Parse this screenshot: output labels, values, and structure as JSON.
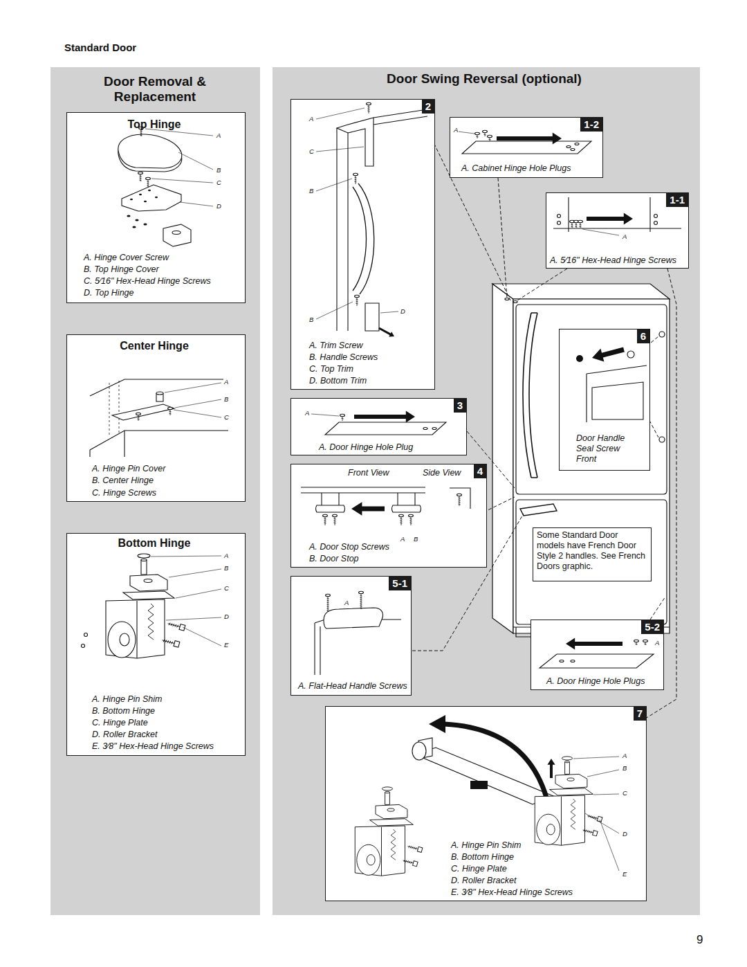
{
  "diagram": {
    "title": "Standard Door",
    "nodes": [
      {
        "text": [
          "Door Removal & Replacement"
        ]
      },
      {
        "text": [
          "Top Hinge",
          "A. Hinge Cover Screw",
          "B. Top Hinge Cover",
          "C. 5⁄16\" Hex-Head Hinge Screws",
          "D. Top Hinge"
        ],
        "in": 0
      },
      {
        "text": [
          "Center Hinge",
          "A. Hinge Pin Cover",
          "B. Center Hinge",
          "C. Hinge Screws"
        ],
        "in": 0
      },
      {
        "text": [
          "Bottom Hinge",
          "A. Hinge Pin Shim",
          "B. Bottom Hinge",
          "C. Hinge Plate",
          "D. Roller Bracket",
          "E. 3⁄8\" Hex-Head Hinge Screws"
        ],
        "in": 0
      },
      {
        "text": [
          "Door Swing Reversal (optional)"
        ]
      },
      {
        "text": [
          "2",
          "A. Trim Screw",
          "B. Handle Screws",
          "C. Top Trim",
          "D. Bottom Trim"
        ],
        "in": 4
      },
      {
        "text": [
          "1-2",
          "A. Cabinet Hinge Hole Plugs"
        ],
        "in": 4
      },
      {
        "text": [
          "1-1",
          "A. 5⁄16\" Hex-Head Hinge Screws"
        ],
        "in": 4
      },
      {
        "text": [
          "6",
          "Door Handle Seal Screw Front"
        ],
        "in": 4
      },
      {
        "text": [
          "3",
          "A. Door Hinge Hole Plug"
        ],
        "in": 4
      },
      {
        "text": [
          "4",
          "Front View",
          "Side View",
          "A. Door Stop Screws",
          "B. Door Stop"
        ],
        "in": 4
      },
      {
        "text": [
          "Some Standard Door models have French Door Style 2 handles. See French Doors graphic."
        ],
        "in": 4
      },
      {
        "text": [
          "5-1",
          "A. Flat-Head Handle Screws"
        ],
        "in": 4
      },
      {
        "text": [
          "5-2",
          "A. Door Hinge Hole Plugs"
        ],
        "in": 4
      },
      {
        "text": [
          "7",
          "A. Hinge Pin Shim",
          "B. Bottom Hinge",
          "C. Hinge Plate",
          "D. Roller Bracket",
          "E. 3⁄8\" Hex-Head Hinge Screws"
        ],
        "in": 4
      }
    ],
    "labels": [
      "A",
      "B",
      "C",
      "D",
      "A",
      "B",
      "C",
      "A",
      "B",
      "C",
      "D",
      "E",
      "A",
      "C",
      "B",
      "D",
      "B",
      "A",
      "A",
      "A",
      "A",
      "B",
      "A",
      "A",
      "A",
      "B",
      "C",
      "D",
      "E",
      "9"
    ]
  }
}
